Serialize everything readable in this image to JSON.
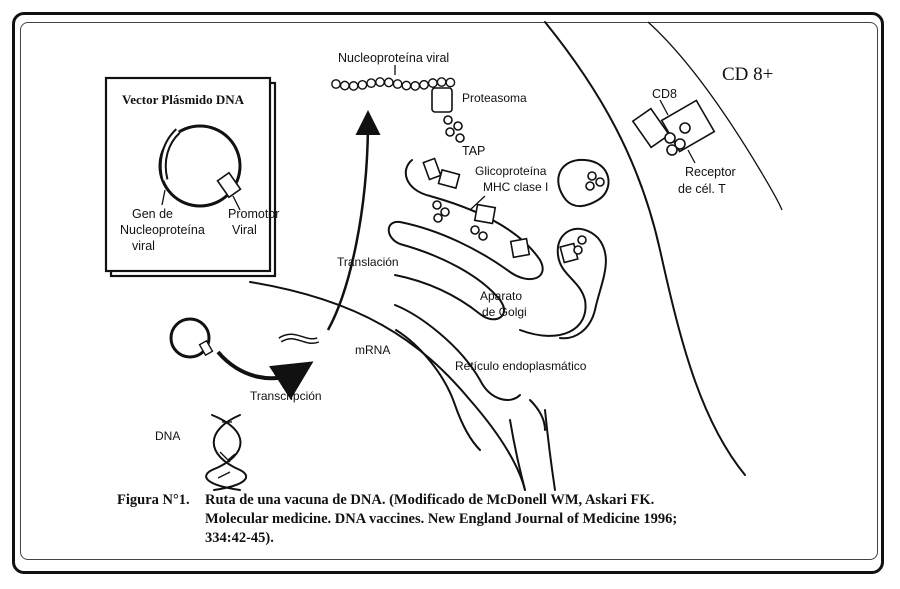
{
  "diagram": {
    "plasmid_box_title": "Vector Plásmido DNA",
    "gene_label": [
      "Gen de",
      "Nucleoproteína",
      "viral"
    ],
    "promoter_label": [
      "Promotor",
      "Viral"
    ],
    "viral_nucleoprotein": "Nucleoproteína viral",
    "proteasome": "Proteasoma",
    "tap": "TAP",
    "glycoprotein": [
      "Glicoproteína",
      "MHC clase I"
    ],
    "golgi": [
      "Aparato",
      "de Golgi"
    ],
    "er": "Retículo endoplasmático",
    "translation": "Translación",
    "mrna": "mRNA",
    "transcription": "Transcripción",
    "dna": "DNA",
    "cd8_cell": "CD 8+",
    "cd8": "CD8",
    "tcell_receptor": [
      "Receptor",
      "de cél. T"
    ]
  },
  "caption": {
    "label": "Figura N°1.",
    "line1": "Ruta de una vacuna de DNA. (Modificado de McDonell WM, Askari FK.",
    "line2": "Molecular medicine. DNA vaccines. New England Journal of Medicine 1996;",
    "line3": "334:42-45)."
  }
}
